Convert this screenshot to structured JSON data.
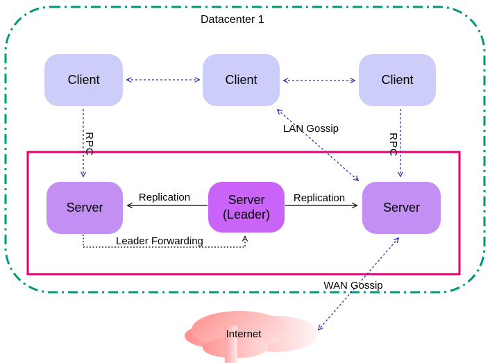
{
  "title": "Datacenter 1",
  "colors": {
    "outer_border": "#009977",
    "server_group_border": "#e50072",
    "client_fill": "#cdcdfa",
    "server_fill": "#c38ff2",
    "leader_fill": "#ca63f7",
    "gossip_arrow_blue": "#2a2ab4",
    "replication_arrow_black": "#000000",
    "cloud_pink": "#ff9999"
  },
  "nodes": {
    "clients": [
      {
        "label": "Client"
      },
      {
        "label": "Client"
      },
      {
        "label": "Client"
      }
    ],
    "servers": [
      {
        "label": "Server"
      },
      {
        "label_line1": "Server",
        "label_line2": "(Leader)"
      },
      {
        "label": "Server"
      }
    ]
  },
  "edges": {
    "rpc_left": "RPC",
    "rpc_right": "RPC",
    "lan_gossip": "LAN Gossip",
    "replication_left": "Replication",
    "replication_right": "Replication",
    "leader_forwarding": "Leader Forwarding",
    "wan_gossip": "WAN Gossip"
  },
  "internet": {
    "label": "Internet"
  }
}
